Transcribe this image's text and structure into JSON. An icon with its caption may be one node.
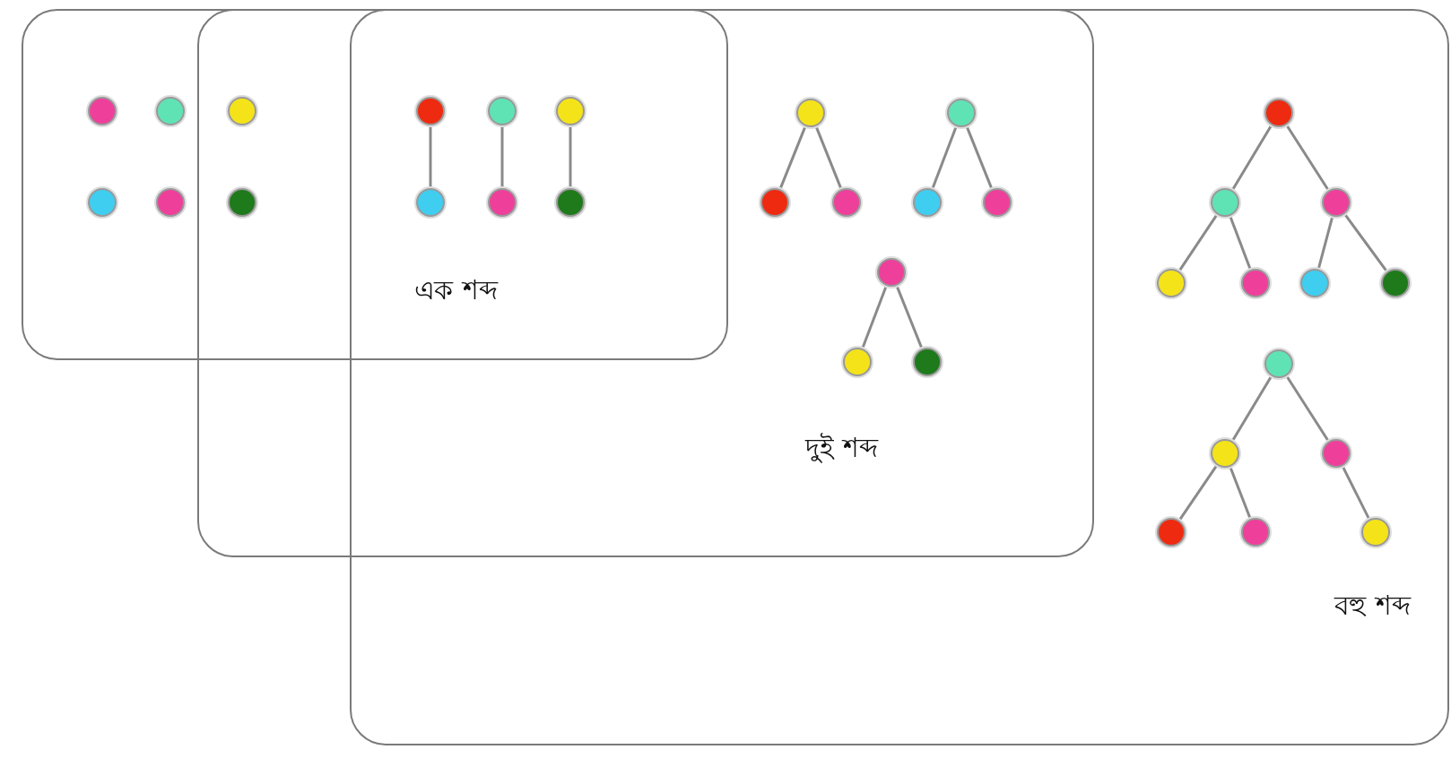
{
  "diagram": {
    "nodes": [
      {
        "text": [
          "এক শব্দ"
        ]
      },
      {
        "text": [
          "দুই শব্দ"
        ]
      },
      {
        "text": [
          "বহু শব্দ"
        ]
      },
      {
        "text": [],
        "shape": "circle",
        "in": 0
      },
      {
        "text": [],
        "shape": "circle",
        "in": 0
      },
      {
        "text": [],
        "shape": "circle"
      },
      {
        "text": [],
        "shape": "circle",
        "in": 0
      },
      {
        "text": [],
        "shape": "circle",
        "in": 0
      },
      {
        "text": [],
        "shape": "circle"
      },
      {
        "text": [],
        "shape": "circle"
      },
      {
        "text": [],
        "shape": "circle"
      },
      {
        "text": [],
        "shape": "circle"
      },
      {
        "text": [],
        "shape": "circle"
      },
      {
        "text": [],
        "shape": "circle"
      },
      {
        "text": [],
        "shape": "circle"
      },
      {
        "text": [],
        "shape": "circle",
        "in": 1
      },
      {
        "text": [],
        "shape": "circle",
        "in": 1
      },
      {
        "text": [],
        "shape": "circle",
        "in": 1
      },
      {
        "text": [],
        "shape": "circle",
        "in": 1
      },
      {
        "text": [],
        "shape": "circle",
        "in": 1
      },
      {
        "text": [],
        "shape": "circle",
        "in": 1
      },
      {
        "text": [],
        "shape": "circle",
        "in": 1
      },
      {
        "text": [],
        "shape": "circle",
        "in": 1
      },
      {
        "text": [],
        "shape": "circle",
        "in": 1
      },
      {
        "text": [],
        "shape": "circle",
        "in": 2
      },
      {
        "text": [],
        "shape": "circle",
        "in": 2
      },
      {
        "text": [],
        "shape": "circle",
        "in": 2
      },
      {
        "text": [],
        "shape": "circle",
        "in": 2
      },
      {
        "text": [],
        "shape": "circle",
        "in": 2
      },
      {
        "text": [],
        "shape": "circle",
        "in": 2
      },
      {
        "text": [],
        "shape": "circle",
        "in": 2
      },
      {
        "text": [],
        "shape": "circle",
        "in": 2
      },
      {
        "text": [],
        "shape": "circle",
        "in": 2
      },
      {
        "text": [],
        "shape": "circle",
        "in": 2
      },
      {
        "text": [],
        "shape": "circle",
        "in": 2
      },
      {
        "text": [],
        "shape": "circle",
        "in": 2
      },
      {
        "text": [],
        "shape": "circle",
        "in": 2
      }
    ],
    "edges": [
      {
        "from": 9,
        "to": 12,
        "arrow": "none"
      },
      {
        "from": 10,
        "to": 13,
        "arrow": "none"
      },
      {
        "from": 11,
        "to": 14,
        "arrow": "none"
      },
      {
        "from": 15,
        "to": 16,
        "arrow": "none"
      },
      {
        "from": 15,
        "to": 17,
        "arrow": "none"
      },
      {
        "from": 18,
        "to": 19,
        "arrow": "none"
      },
      {
        "from": 18,
        "to": 20,
        "arrow": "none"
      },
      {
        "from": 21,
        "to": 22,
        "arrow": "none"
      },
      {
        "from": 21,
        "to": 23,
        "arrow": "none"
      },
      {
        "from": 24,
        "to": 25,
        "arrow": "none"
      },
      {
        "from": 24,
        "to": 26,
        "arrow": "none"
      },
      {
        "from": 25,
        "to": 27,
        "arrow": "none"
      },
      {
        "from": 25,
        "to": 28,
        "arrow": "none"
      },
      {
        "from": 26,
        "to": 29,
        "arrow": "none"
      },
      {
        "from": 26,
        "to": 30,
        "arrow": "none"
      },
      {
        "from": 31,
        "to": 32,
        "arrow": "none"
      },
      {
        "from": 31,
        "to": 33,
        "arrow": "none"
      },
      {
        "from": 32,
        "to": 34,
        "arrow": "none"
      },
      {
        "from": 32,
        "to": 35,
        "arrow": "none"
      },
      {
        "from": 33,
        "to": 36,
        "arrow": "none"
      }
    ]
  }
}
